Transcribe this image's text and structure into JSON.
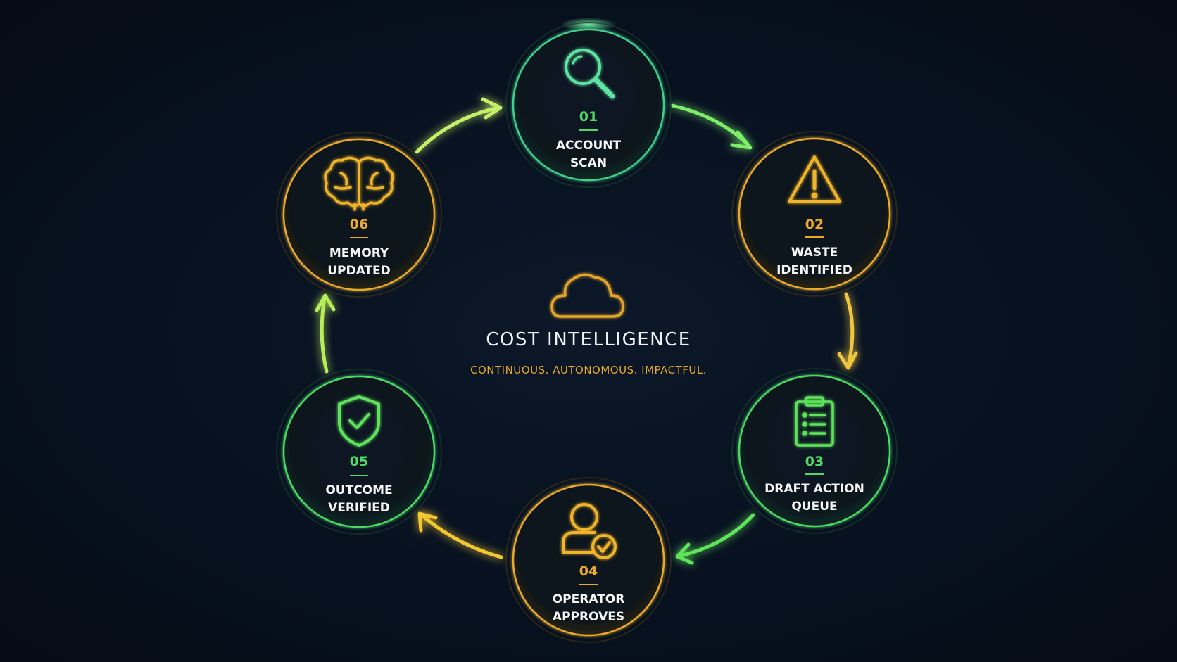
{
  "colors": {
    "background": "#07101e",
    "green": "#4cd964",
    "teal_green": "#5fe3a1",
    "gold": "#e9a92a",
    "yellow": "#f3d84b",
    "text_light": "#f4f6f7"
  },
  "center": {
    "icon": "cloud-icon",
    "title": "COST INTELLIGENCE",
    "subtitle": "CONTINUOUS. AUTONOMOUS. IMPACTFUL."
  },
  "steps": [
    {
      "number": "01",
      "line1": "ACCOUNT",
      "line2": "SCAN",
      "icon": "magnifier-icon",
      "accent": "green"
    },
    {
      "number": "02",
      "line1": "WASTE",
      "line2": "IDENTIFIED",
      "icon": "warning-icon",
      "accent": "gold"
    },
    {
      "number": "03",
      "line1": "DRAFT ACTION",
      "line2": "QUEUE",
      "icon": "clipboard-icon",
      "accent": "green"
    },
    {
      "number": "04",
      "line1": "OPERATOR",
      "line2": "APPROVES",
      "icon": "user-check-icon",
      "accent": "gold"
    },
    {
      "number": "05",
      "line1": "OUTCOME",
      "line2": "VERIFIED",
      "icon": "shield-check-icon",
      "accent": "green"
    },
    {
      "number": "06",
      "line1": "MEMORY",
      "line2": "UPDATED",
      "icon": "brain-icon",
      "accent": "gold"
    }
  ]
}
